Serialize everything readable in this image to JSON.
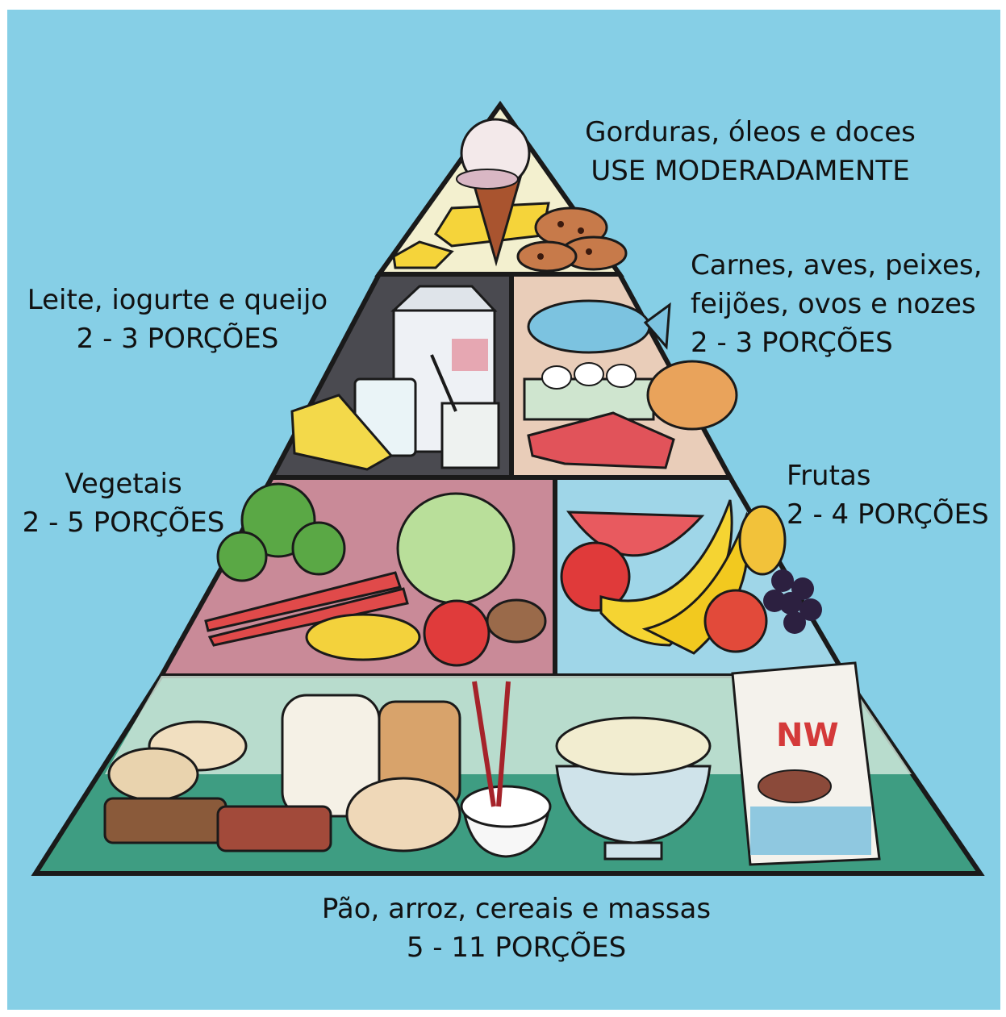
{
  "groups": {
    "fats": {
      "name": "Gorduras, óleos e doces",
      "servings": "USE MODERADAMENTE"
    },
    "dairy": {
      "name": "Leite, iogurte e queijo",
      "servings": "2 - 3 PORÇÕES"
    },
    "meat": {
      "name_line1": "Carnes, aves, peixes,",
      "name_line2": "feijões, ovos e nozes",
      "servings": "2 - 3 PORÇÕES"
    },
    "vegetables": {
      "name": "Vegetais",
      "servings": "2 - 5 PORÇÕES"
    },
    "fruits": {
      "name": "Frutas",
      "servings": "2 - 4 PORÇÕES"
    },
    "grains": {
      "name": "Pão, arroz, cereais e massas",
      "servings": "5 - 11 PORÇÕES"
    }
  },
  "cereal_box_text": "NW",
  "colors": {
    "background": "#86cfe6",
    "tier_top": "#f3f0cf",
    "tier_dairy": "#4a4a50",
    "tier_meat": "#e9cdb9",
    "tier_veg": "#c98a98",
    "tier_fruit": "#9fd6e8",
    "tier_grain": "#3e9d82",
    "outline": "#1a1a1a"
  }
}
